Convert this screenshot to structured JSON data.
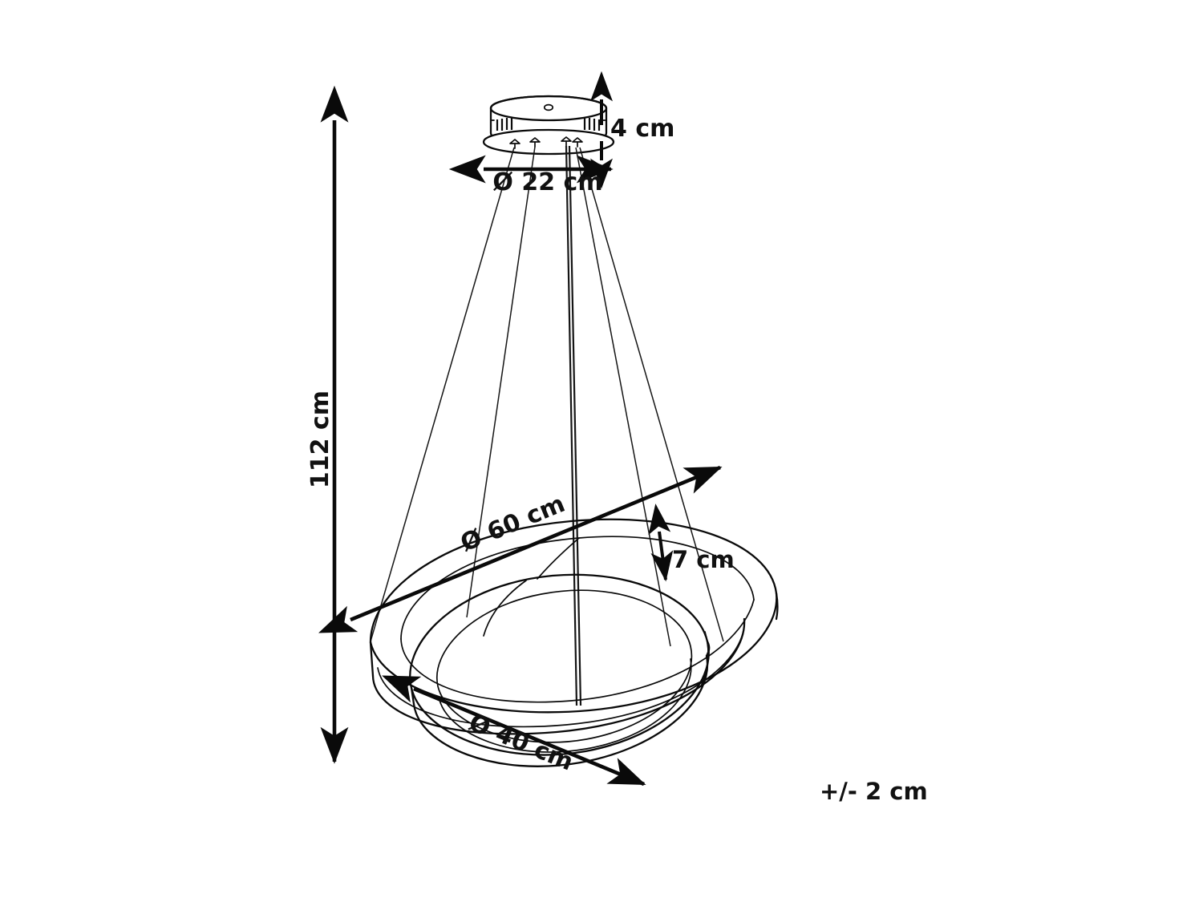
{
  "document": {
    "type": "technical-dimension-drawing",
    "subject": "LED pendant ceiling lamp with two interlocking rings",
    "background_color": "#ffffff",
    "line_color": "#0a0a0a",
    "text_color": "#111111"
  },
  "dimensions": {
    "total_height": {
      "label": "112 cm",
      "value": 112,
      "unit": "cm",
      "orientation": "vertical",
      "text_rotation_deg": -90,
      "description": "overall drop height from ceiling to bottom of lower ring"
    },
    "canopy_height": {
      "label": "4 cm",
      "value": 4,
      "unit": "cm",
      "orientation": "vertical",
      "text_rotation_deg": 0,
      "description": "height of the ceiling canopy"
    },
    "canopy_diameter": {
      "label": "Ø 22 cm",
      "value": 22,
      "unit": "cm",
      "symbol": "Ø",
      "orientation": "horizontal",
      "text_rotation_deg": 0,
      "description": "diameter of the round ceiling canopy"
    },
    "outer_ring_diameter": {
      "label": "Ø 60 cm",
      "value": 60,
      "unit": "cm",
      "symbol": "Ø",
      "orientation": "diagonal",
      "text_rotation_deg": -20,
      "description": "diameter of the large outer ring"
    },
    "inner_ring_diameter": {
      "label": "Ø 40 cm",
      "value": 40,
      "unit": "cm",
      "symbol": "Ø",
      "orientation": "diagonal",
      "text_rotation_deg": 25,
      "description": "diameter of the small inner ring"
    },
    "ring_thickness": {
      "label": "7 cm",
      "value": 7,
      "unit": "cm",
      "orientation": "vertical",
      "text_rotation_deg": 0,
      "description": "profile height / thickness of the ring band"
    }
  },
  "tolerance": {
    "label": "+/- 2 cm",
    "value": 2,
    "unit": "cm"
  },
  "product_parts": {
    "canopy": {
      "name": "ceiling-canopy",
      "shape": "cylinder",
      "vent_groups": 2,
      "vent_slots_per_group": 4,
      "screw_hole": true
    },
    "suspension": {
      "name": "suspension-cables",
      "thin_cable_count": 4,
      "main_cable_count": 1
    },
    "rings": [
      {
        "name": "outer-ring",
        "diameter_cm": 60,
        "band_height_cm": 7
      },
      {
        "name": "inner-ring",
        "diameter_cm": 40,
        "band_height_cm": 7
      }
    ]
  }
}
